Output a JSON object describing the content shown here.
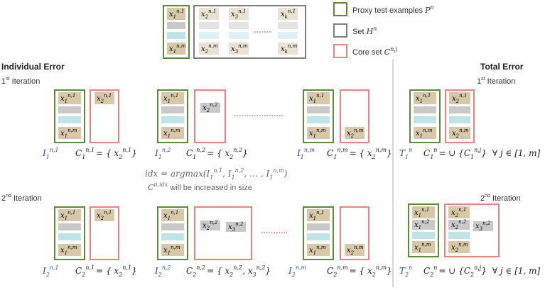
{
  "legend": {
    "proxy_label": "Proxy test examples ",
    "proxy_sym": "P",
    "proxy_sup": "n",
    "set_label": "Set ",
    "set_sym": "H",
    "set_sup": "n",
    "core_label": "Core set ",
    "core_sym": "C",
    "core_sup": "n,j",
    "colors": {
      "proxy": "#5a8a3a",
      "set": "#7f7f7f",
      "core": "#f08080"
    }
  },
  "sections": {
    "individual": "Individual Error",
    "total": "Total Error"
  },
  "iterations": {
    "first": {
      "prefix": "1",
      "sup": "st",
      "word": " Iteration"
    },
    "second": {
      "prefix": "2",
      "sup": "nd",
      "word": " Iteration"
    }
  },
  "symbols": {
    "x": "x",
    "ellipsis": "...."
  },
  "sub": {
    "one": "1",
    "two": "2",
    "three": "3",
    "k": "k"
  },
  "sup": {
    "n1": "n,1",
    "n2": "n,2",
    "nm": "n,m",
    "nj": "n,j"
  },
  "errors": {
    "I": "I",
    "T": "T",
    "n": "n",
    "i11": "n,1",
    "i12": "n,2",
    "i1m": "n,m"
  },
  "formulas": {
    "c1_1": "= { x",
    "close": "}",
    "c2_2_mid": "= { x",
    "comma": ", x",
    "union": "= ∪ {",
    "forall": "∀ j ∈ [1, m]",
    "C": "C",
    "idx_line": "idx  =  argmax(I",
    "idx_comma": ", I",
    "idx_dots": ", … , I",
    "idx_close": ")",
    "increase_sym": "C",
    "increase_sup": "n,idx",
    "increase_text": " will be increased in size"
  }
}
